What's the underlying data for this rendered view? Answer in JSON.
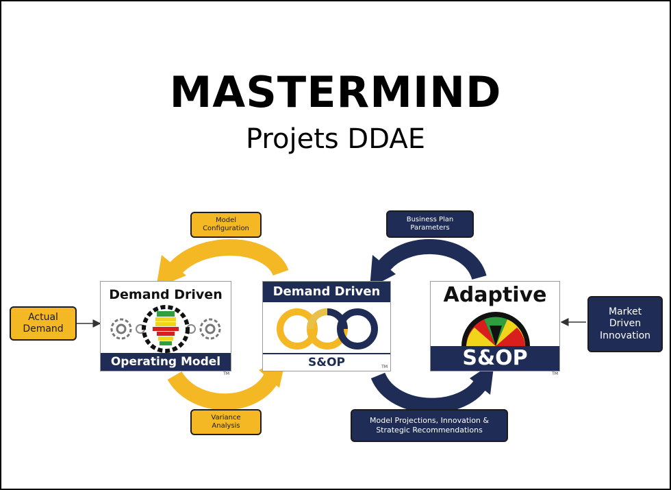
{
  "heading": {
    "title": "MASTERMIND",
    "subtitle": "Projets DDAE"
  },
  "labels": {
    "actual_demand": [
      "Actual",
      "Demand"
    ],
    "model_configuration": [
      "Model",
      "Configuration"
    ],
    "variance_analysis": [
      "Variance",
      "Analysis"
    ],
    "business_plan_parameters": [
      "Business Plan",
      "Parameters"
    ],
    "model_projections": [
      "Model Projections, Innovation &",
      "Strategic Recommendations"
    ],
    "market_driven_innovation": [
      "Market",
      "Driven",
      "Innovation"
    ]
  },
  "panels": {
    "operating_model": {
      "top": "Demand Driven",
      "bottom": "Operating Model"
    },
    "sop": {
      "top": "Demand Driven",
      "bottom": "S&OP"
    },
    "adaptive": {
      "top": "Adaptive",
      "bottom": "S&OP"
    },
    "trademark": "TM"
  },
  "colors": {
    "gold": "#f4b824",
    "navy": "#1f2d56",
    "gauge_red": "#d91e1e",
    "gauge_yellow": "#f1d51a",
    "gauge_green": "#2e9e3f"
  }
}
